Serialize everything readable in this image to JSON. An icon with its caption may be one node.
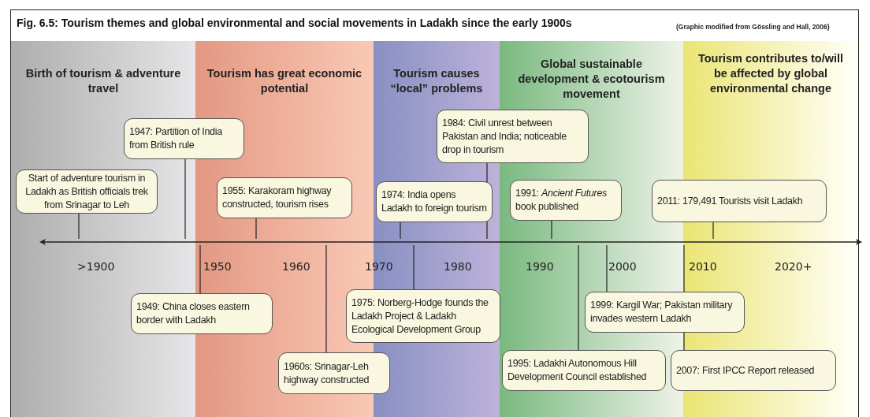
{
  "diagram": {
    "title": "Fig. 6.5:  Tourism themes and global environmental and social movements in Ladakh since the early 1900s",
    "caption": "(Graphic modified from Gössling and Hall, 2006)",
    "nodes": [
      {
        "text": [
          "Birth of tourism & adventure travel"
        ]
      },
      {
        "text": [
          "Tourism has great economic potential"
        ]
      },
      {
        "text": [
          "Tourism causes “local” problems"
        ]
      },
      {
        "text": [
          "Global sustainable development & ecotourism movement"
        ]
      },
      {
        "text": [
          "Tourism contributes to/will be affected by global environmental change"
        ]
      },
      {
        "text": [
          "Start of adventure tourism in Ladakh as British officials trek from Srinagar to Leh"
        ],
        "in": 0
      },
      {
        "text": [
          "1947:  Partition of India from British rule"
        ]
      },
      {
        "text": [
          "1955:  Karakoram highway constructed, tourism rises"
        ],
        "in": 1
      },
      {
        "text": [
          "1974:  India opens Ladakh to foreign tourism"
        ],
        "in": 2
      },
      {
        "text": [
          "1984: Civil unrest between Pakistan and India; noticeable drop in tourism"
        ]
      },
      {
        "text": [
          "1991:  *Ancient Futures* book published"
        ],
        "in": 3
      },
      {
        "text": [
          "2011:  179,491 Tourists visit Ladakh"
        ]
      },
      {
        "text": [
          "1949:  China closes eastern border with Ladakh"
        ]
      },
      {
        "text": [
          "1960s:  Srinagar-Leh highway constructed"
        ]
      },
      {
        "text": [
          "1975:  Norberg-Hodge founds the Ladakh Project & Ladakh Ecological Development Group"
        ]
      },
      {
        "text": [
          "1995:  Ladakhi Autonomous Hill Development Council established"
        ],
        "in": 3
      },
      {
        "text": [
          "1999:  Kargil War; Pakistan military invades western Ladakh"
        ]
      },
      {
        "text": [
          "2007:  First IPCC Report released"
        ]
      },
      {
        "text": [],
        "shape": "bar"
      }
    ],
    "edges": [
      {
        "from": 5,
        "to": 18,
        "arrow": "none"
      },
      {
        "from": 6,
        "to": 18,
        "arrow": "none"
      },
      {
        "from": 7,
        "to": 18,
        "arrow": "none"
      },
      {
        "from": 8,
        "to": 18,
        "arrow": "none"
      },
      {
        "from": 9,
        "to": 18,
        "arrow": "none"
      },
      {
        "from": 10,
        "to": 18,
        "arrow": "none"
      },
      {
        "from": 11,
        "to": 18,
        "arrow": "none"
      },
      {
        "from": 12,
        "to": 18,
        "arrow": "none"
      },
      {
        "from": 13,
        "to": 18,
        "arrow": "none"
      },
      {
        "from": 14,
        "to": 18,
        "arrow": "none"
      },
      {
        "from": 15,
        "to": 18,
        "arrow": "none"
      },
      {
        "from": 16,
        "to": 18,
        "arrow": "none"
      },
      {
        "from": 17,
        "to": 18,
        "arrow": "none"
      }
    ],
    "labels": [
      ">1900",
      "1950",
      "1960",
      "1970",
      "1980",
      "1990",
      "2000",
      "2010",
      "2020+"
    ]
  }
}
